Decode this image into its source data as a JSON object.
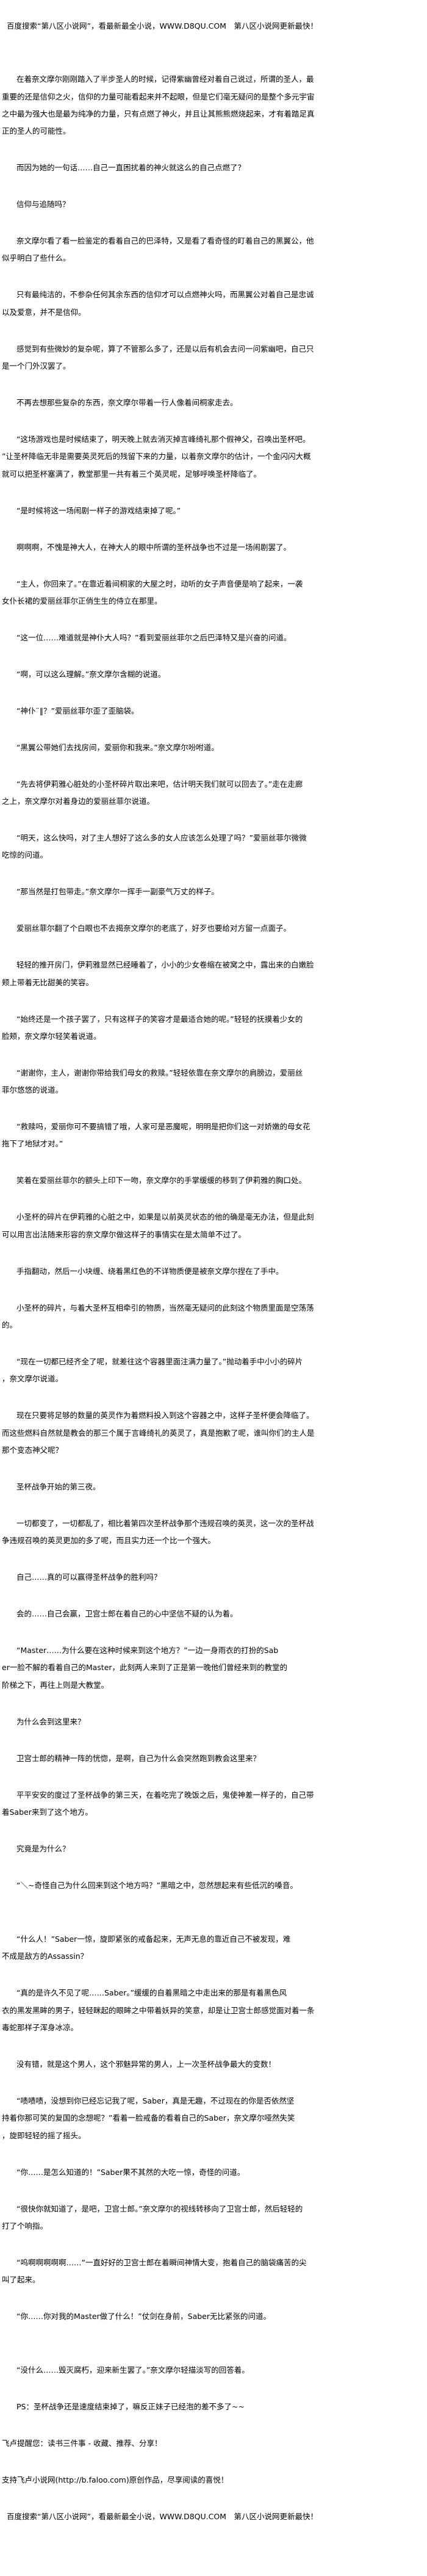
{
  "header_banner": "百度搜索“第八区小说网”，看最新最全小说，WWW.D8QU.COM　第八区小说网更新最快！",
  "paragraphs": [
    [
      "在着奈文摩尔刚刚踏入了半步圣人的时候，记得紫幽曾经对着自己说过，所谓的圣人，最",
      "重要的还是信仰之火，信仰的力量可能看起来并不起眼，但是它们毫无疑问的是整个多元宇宙",
      "之中最为强大也是最为纯净的力量，只有点燃了神火，并且让其熊熊燃烧起来，才有着踏足真",
      "正的圣人的可能性。"
    ],
    [
      "而因为她的一句话……自己一直困扰着的神火就这么的自己点燃了？"
    ],
    [
      "信仰与追随吗？"
    ],
    [
      "奈文摩尔看了看一脸鉴定的看着自己的巴泽特，又是看了看奇怪的盯着自己的黑翼公，他",
      "似乎明白了些什么。"
    ],
    [
      "只有最纯洁的，不参杂任何其余东西的信仰才可以点燃神火吗，而黑翼公对着自己是忠诚",
      "以及爱意，并不是信仰。"
    ],
    [
      "感觉到有些微妙的复杂呢，算了不管那么多了，还是以后有机会去问一问紫幽吧，自己只",
      "是一个门外汉罢了。"
    ],
    [
      "不再去想那些复杂的东西，奈文摩尔带着一行人像着间桐家走去。"
    ],
    [
      "“这场游戏也是时候结束了，明天晚上就去消灭掉言峰绮礼那个假神父，召唤出圣杯吧。",
      "”让圣杯降临无非是需要英灵死后的残留下来的力量，以着奈文摩尔的估计，一个金闪闪大概",
      "就可以把圣杯塞满了，教堂那里一共有着三个英灵呢，足够呼唤圣杯降临了。"
    ],
    [
      "“是时候将这一场闹剧一样子的游戏结束掉了呢。”"
    ],
    [
      "啊啊啊，不愧是神大人，在神大人的眼中所谓的圣杯战争也不过是一场闹剧罢了。"
    ],
    [
      "“主人，你回来了。”在靠近着间桐家的大屋之时，动听的女子声音便是响了起来，一袭",
      "女仆长裙的爱丽丝菲尔正俏生生的侍立在那里。"
    ],
    [
      "“这一位……难道就是神仆大人吗？”看到爱丽丝菲尔之后巴泽特又是兴奋的问道。"
    ],
    [
      "“啊，可以这么理解。”奈文摩尔含糊的说道。"
    ],
    [
      "“神仆¨‖？”爱丽丝菲尔歪了歪脑袋。"
    ],
    [
      "“黑翼公带她们去找房间，爱丽你和我来。”奈文摩尔吩咐道。"
    ],
    [
      "“先去将伊莉雅心脏处的小圣杯碎片取出来吧，估计明天我们就可以回去了。”走在走廊",
      "之上，奈文摩尔对着身边的爱丽丝菲尔说道。"
    ],
    [
      "“明天，这么快吗，对了主人想好了这么多的女人应该怎么处理了吗？”爱丽丝菲尔微微",
      "吃惊的问道。"
    ],
    [
      "“那当然是打包带走。”奈文摩尔一挥手一副豪气万丈的样子。"
    ],
    [
      "爱丽丝菲尔翻了个白眼也不去揭奈文摩尔的老底了，好歹也要给对方留一点面子。"
    ],
    [
      "轻轻的推开房门，伊莉雅显然已经睡着了，小小的少女卷缩在被窝之中，露出来的白嫩脸",
      "颊上带着无比甜美的笑容。"
    ],
    [
      "“始终还是一个孩子罢了，只有这样子的笑容才是最适合她的呢。”轻轻的抚摸着少女的",
      "脸颊，奈文摩尔轻笑着说道。"
    ],
    [
      "“谢谢你，主人，谢谢你带给我们母女的救赎。”轻轻依靠在奈文摩尔的肩膀边，爱丽丝",
      "菲尔悠悠的说道。"
    ],
    [
      "“救赎吗，爱丽你可不要搞错了哦，人家可是恶魔呢，明明是把你们这一对娇嫩的母女花",
      "拖下了地狱才对。”"
    ],
    [
      "笑着在爱丽丝菲尔的额头上印下一吻，奈文摩尔的手掌缓缓的移到了伊莉雅的胸口处。"
    ],
    [
      "小圣杯的碎片在伊莉雅的心脏之中，如果是以前英灵状态的他的确是毫无办法，但是此刻",
      "可以用言出法随来形容的奈文摩尔做这样子的事情实在是太简单不过了。"
    ],
    [
      "手指翻动，然后一小块缠、绕着黑红色的不详物质便是被奈文摩尔捏在了手中。"
    ],
    [
      "小圣杯的碎片，与着大圣杯互相牵引的物质，当然毫无疑问的此刻这个物质里面是空荡荡",
      "的。"
    ],
    [
      "“现在一切都已经齐全了呢，就差往这个容器里面注满力量了。”抛动着手中小小的碎片",
      "，奈文摩尔说道。"
    ],
    [
      "现在只要将足够的数量的英灵作为着燃料投入到这个容器之中，这样子圣杯便会降临了。",
      "而这些燃料自然就是教会的那三个属于言峰绮礼的英灵了，真是抱歉了呢，谁叫你们的主人是",
      "那个变态神父呢？"
    ],
    [
      "圣杯战争开始的第三夜。"
    ],
    [
      "一切都变了，一切都乱了，相比着第四次圣杯战争那个违规召唤的英灵，这一次的圣杯战",
      "争违规召唤的英灵更加的多了呢，而且实力还一个比一个强大。"
    ],
    [
      "自己……真的可以赢得圣杯战争的胜利吗？"
    ],
    [
      "会的……自己会赢，卫宫士郎在着自己的心中坚信不疑的认为着。"
    ],
    [
      "“Master……为什么要在这种时候来到这个地方？”一边一身雨衣的打扮的Sab",
      "er一脸不解的看着自己的Master，此刻两人来到了正是第一晚他们曾经来到的教堂的",
      "阶梯之下，再往上则是大教堂。"
    ],
    [
      "为什么会到这里来？"
    ],
    [
      "卫宫士郎的精神一阵的恍惚，是啊，自己为什么会突然跑到教会这里来？"
    ],
    [
      "平平安安的度过了圣杯战争的第三天，在着吃完了晚饭之后，鬼使神差一样子的，自己带",
      "着Saber来到了这个地方。"
    ],
    [
      "究竟是为什么？"
    ],
    [
      "“＼~奇怪自己为什么回来到这个地方吗？”黑暗之中，忽然想起来有些低沉的嗓音。"
    ],
    [
      "“什么人！”Saber一惊，旋即紧张的戒备起来，无声无息的靠近自己不被发现，难",
      "不成是敌方的Assassin？"
    ],
    [
      "“真的是许久不见了呢……Saber。”缓缓的自着黑暗之中走出来的那是有着黑色风",
      "衣的黑发黑眸的男子，轻轻眯起的眼眸之中带着妖异的笑意，却是让卫宫士郎感觉面对着一条",
      "毒蛇那样子浑身冰凉。"
    ],
    [
      "没有错，就是这个男人，这个邪魅异常的男人，上一次圣杯战争最大的变数！"
    ],
    [
      "“啧啧啧，没想到你已经忘记我了呢，Saber，真是无趣，不过现在的你是否依然坚",
      "持着你那可笑的复国的念想呢？”看着一脸戒备的看着自己的Saber，奈文摩尔哑然失笑",
      "，旋即轻轻的摇了摇头。"
    ],
    [
      "“你……是怎么知道的！”Saber果不其然的大吃一惊，奇怪的问道。"
    ],
    [
      "“很快你就知道了，是吧，卫宫士郎。”奈文摩尔的视线转移向了卫宫士郎，然后轻轻的",
      "打了个响指。"
    ],
    [
      "“呜啊啊啊啊啊……”一直好好的卫宫士郎在着瞬间神情大变，抱着自己的脑袋痛苦的尖",
      "叫了起来。"
    ],
    [
      "“你……你对我的Master做了什么！”仗剑在身前，Saber无比紧张的问道。"
    ],
    [
      "“没什么……毁灭腐朽，迎来新生罢了。”奈文摩尔轻描淡写的回答着。"
    ]
  ],
  "ps_note": "PS：圣杯战争还是速度结束掉了，嘛反正妹子已经泡的差不多了~~",
  "footer": {
    "reminder": "飞卢提醒您：读书三件事 - 收藏、推荐、分享！",
    "support": "支持飞卢小说网(http://b.faloo.com)原创作品，尽享阅读的喜悦！",
    "bottom_banner": "百度搜索“第八区小说网”，看最新最全小说，WWW.D8QU.COM　第八区小说网更新最快！"
  }
}
